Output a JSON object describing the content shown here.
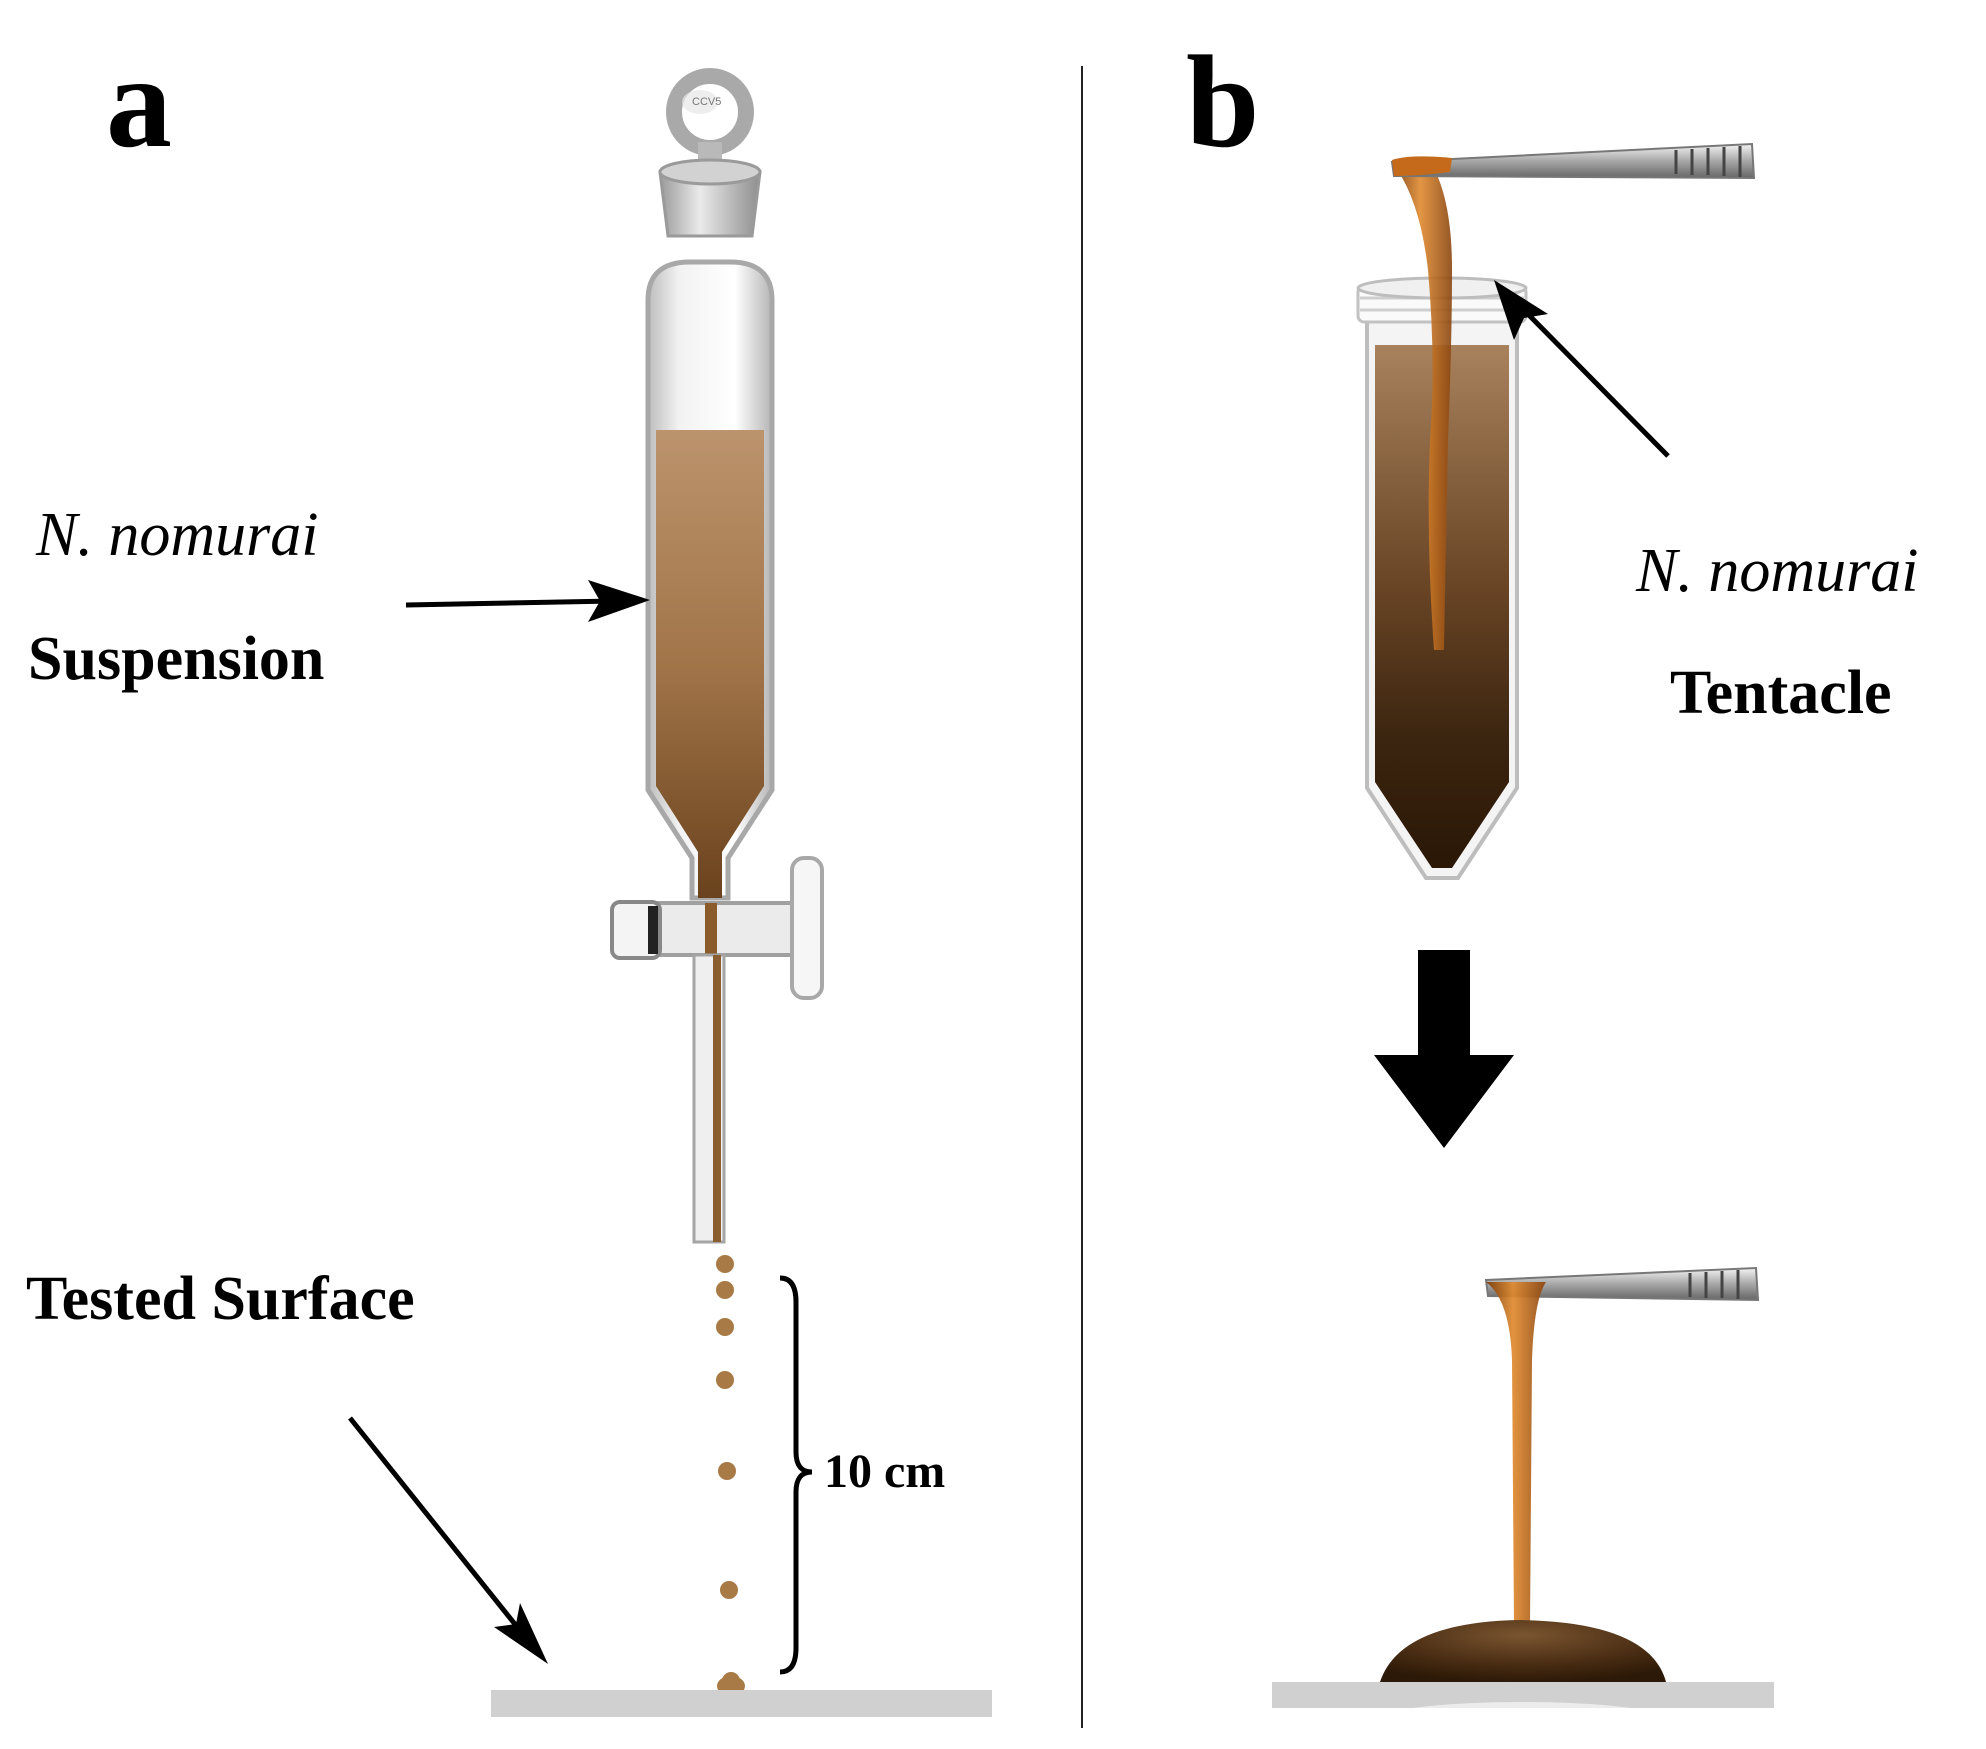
{
  "panel_a": {
    "letter": "a",
    "species": "N. nomurai",
    "label": "Suspension",
    "surface_label": "Tested Surface",
    "distance_label": "10 cm",
    "stopper_mark": "CCV5"
  },
  "panel_b": {
    "letter": "b",
    "species": "N. nomurai",
    "label": "Tentacle"
  },
  "colors": {
    "liquid_top": "#b89069",
    "liquid_bottom": "#6b4320",
    "drop": "#a87a45",
    "surface": "#d0d0d0",
    "tentacle": "#c9711f",
    "tube_liquid_dark": "#2e1a08"
  }
}
